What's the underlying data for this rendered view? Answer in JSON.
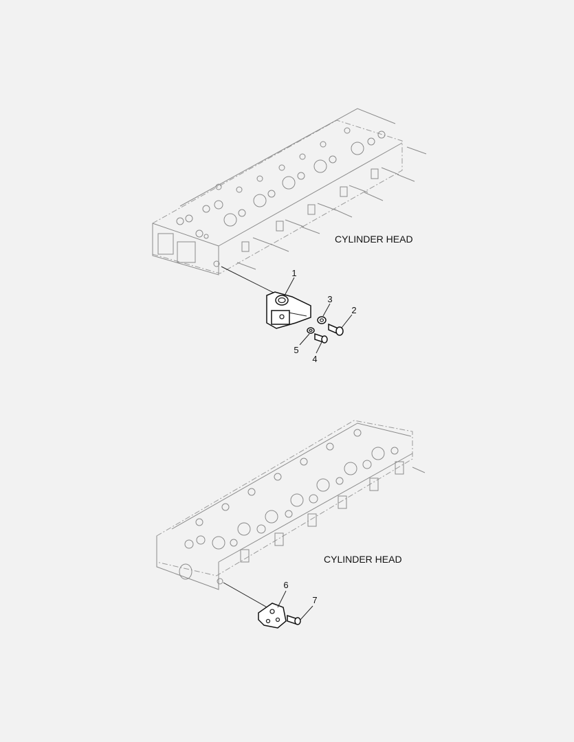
{
  "assembly_top": {
    "label": "CYLINDER HEAD",
    "callouts": [
      "1",
      "2",
      "3",
      "4",
      "5"
    ]
  },
  "assembly_bottom": {
    "label": "CYLINDER HEAD",
    "callouts": [
      "6",
      "7"
    ]
  }
}
